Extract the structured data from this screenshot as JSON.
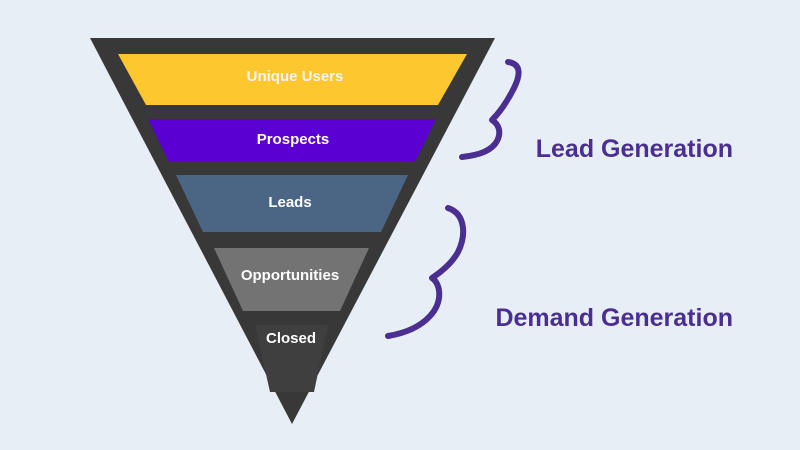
{
  "funnel": {
    "stages": [
      {
        "label": "Unique Users",
        "color": "#fdc82f",
        "text_color": "#f4f4f4"
      },
      {
        "label": "Prospects",
        "color": "#5a00d2",
        "text_color": "#ffffff"
      },
      {
        "label": "Leads",
        "color": "#4b6584",
        "text_color": "#ffffff"
      },
      {
        "label": "Opportunities",
        "color": "#737373",
        "text_color": "#ffffff"
      },
      {
        "label": "Closed",
        "color": "#3f3f3f",
        "text_color": "#ffffff"
      }
    ],
    "outline_color": "#383838"
  },
  "groups": [
    {
      "label": "Lead Generation",
      "color": "#4b2e91"
    },
    {
      "label": "Demand Generation",
      "color": "#4b2e91"
    }
  ]
}
